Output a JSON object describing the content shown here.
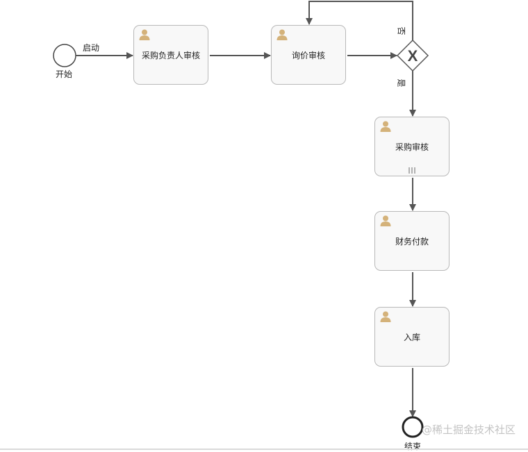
{
  "start_label": "开始",
  "start_edge_label": "启动",
  "end_label": "结束",
  "tasks": [
    {
      "name": "采购负责人审核"
    },
    {
      "name": "询价审核"
    },
    {
      "name": "采购审核"
    },
    {
      "name": "财务付款"
    },
    {
      "name": "入库"
    }
  ],
  "gateway": {
    "symbol": "X",
    "no_label": "否",
    "yes_label": "是"
  },
  "watermark": "@稀土掘金技术社区",
  "colors": {
    "line": "#555555",
    "user_icon": "#d4b27a",
    "task_border": "#b8b8b8"
  }
}
